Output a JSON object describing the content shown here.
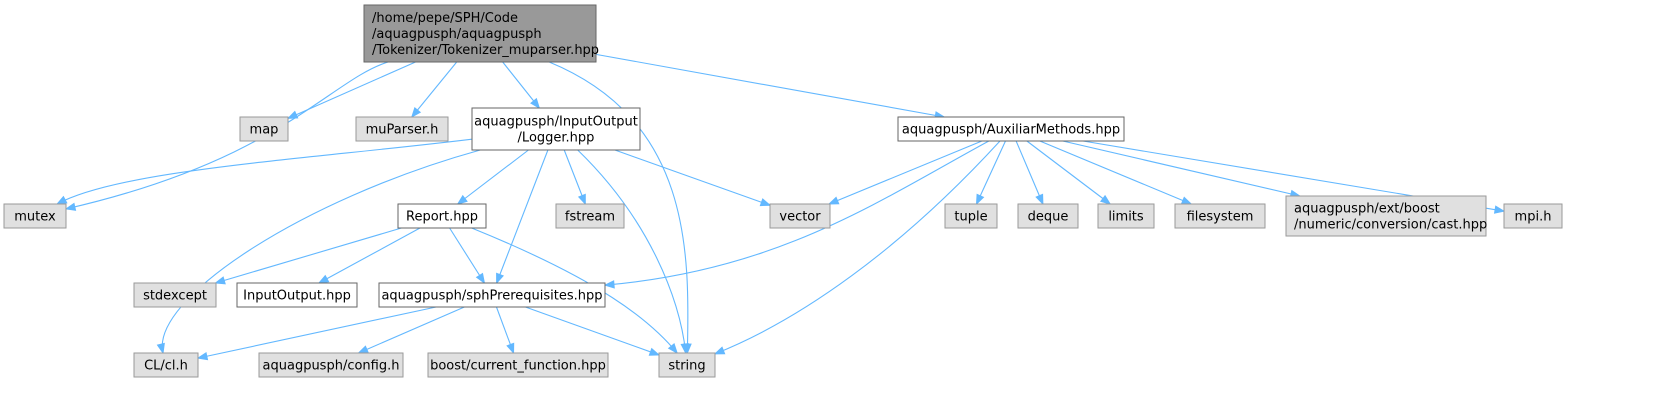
{
  "diagram": {
    "type": "include-dependency-graph",
    "colors": {
      "edge": "#63b8ff",
      "root_fill": "#999999",
      "local_fill": "#ffffff",
      "system_fill": "#e0e0e0"
    },
    "nodes": [
      {
        "id": "root",
        "kind": "root",
        "lines": [
          "/home/pepe/SPH/Code",
          "/aquagpusph/aquagpusph",
          "/Tokenizer/Tokenizer_muparser.hpp"
        ]
      },
      {
        "id": "map",
        "kind": "system",
        "lines": [
          "map"
        ]
      },
      {
        "id": "muparser",
        "kind": "system",
        "lines": [
          "muParser.h"
        ]
      },
      {
        "id": "logger",
        "kind": "local",
        "lines": [
          "aquagpusph/InputOutput",
          "/Logger.hpp"
        ]
      },
      {
        "id": "auxiliar",
        "kind": "local",
        "lines": [
          "aquagpusph/AuxiliarMethods.hpp"
        ]
      },
      {
        "id": "mutex",
        "kind": "system",
        "lines": [
          "mutex"
        ]
      },
      {
        "id": "report",
        "kind": "local",
        "lines": [
          "Report.hpp"
        ]
      },
      {
        "id": "fstream",
        "kind": "system",
        "lines": [
          "fstream"
        ]
      },
      {
        "id": "vector",
        "kind": "system",
        "lines": [
          "vector"
        ]
      },
      {
        "id": "tuple",
        "kind": "system",
        "lines": [
          "tuple"
        ]
      },
      {
        "id": "deque",
        "kind": "system",
        "lines": [
          "deque"
        ]
      },
      {
        "id": "limits",
        "kind": "system",
        "lines": [
          "limits"
        ]
      },
      {
        "id": "filesystem",
        "kind": "system",
        "lines": [
          "filesystem"
        ]
      },
      {
        "id": "boostcast",
        "kind": "system",
        "lines": [
          "aquagpusph/ext/boost",
          "/numeric/conversion/cast.hpp"
        ]
      },
      {
        "id": "mpi",
        "kind": "system",
        "lines": [
          "mpi.h"
        ]
      },
      {
        "id": "stdexcept",
        "kind": "system",
        "lines": [
          "stdexcept"
        ]
      },
      {
        "id": "inputoutput",
        "kind": "local",
        "lines": [
          "InputOutput.hpp"
        ]
      },
      {
        "id": "sphprereq",
        "kind": "local",
        "lines": [
          "aquagpusph/sphPrerequisites.hpp"
        ]
      },
      {
        "id": "clcl",
        "kind": "system",
        "lines": [
          "CL/cl.h"
        ]
      },
      {
        "id": "config",
        "kind": "system",
        "lines": [
          "aquagpusph/config.h"
        ]
      },
      {
        "id": "boostfn",
        "kind": "system",
        "lines": [
          "boost/current_function.hpp"
        ]
      },
      {
        "id": "string",
        "kind": "system",
        "lines": [
          "string"
        ]
      }
    ],
    "edges": [
      {
        "from": "root",
        "to": "map"
      },
      {
        "from": "root",
        "to": "mutex"
      },
      {
        "from": "root",
        "to": "muparser"
      },
      {
        "from": "root",
        "to": "logger"
      },
      {
        "from": "root",
        "to": "string"
      },
      {
        "from": "root",
        "to": "auxiliar"
      },
      {
        "from": "logger",
        "to": "mutex"
      },
      {
        "from": "logger",
        "to": "clcl"
      },
      {
        "from": "logger",
        "to": "report"
      },
      {
        "from": "logger",
        "to": "sphprereq"
      },
      {
        "from": "logger",
        "to": "fstream"
      },
      {
        "from": "logger",
        "to": "string"
      },
      {
        "from": "logger",
        "to": "vector"
      },
      {
        "from": "report",
        "to": "stdexcept"
      },
      {
        "from": "report",
        "to": "inputoutput"
      },
      {
        "from": "report",
        "to": "sphprereq"
      },
      {
        "from": "report",
        "to": "string"
      },
      {
        "from": "sphprereq",
        "to": "clcl"
      },
      {
        "from": "sphprereq",
        "to": "config"
      },
      {
        "from": "sphprereq",
        "to": "boostfn"
      },
      {
        "from": "sphprereq",
        "to": "string"
      },
      {
        "from": "auxiliar",
        "to": "vector"
      },
      {
        "from": "auxiliar",
        "to": "sphprereq"
      },
      {
        "from": "auxiliar",
        "to": "string"
      },
      {
        "from": "auxiliar",
        "to": "tuple"
      },
      {
        "from": "auxiliar",
        "to": "deque"
      },
      {
        "from": "auxiliar",
        "to": "limits"
      },
      {
        "from": "auxiliar",
        "to": "filesystem"
      },
      {
        "from": "auxiliar",
        "to": "boostcast"
      },
      {
        "from": "auxiliar",
        "to": "mpi"
      }
    ]
  }
}
